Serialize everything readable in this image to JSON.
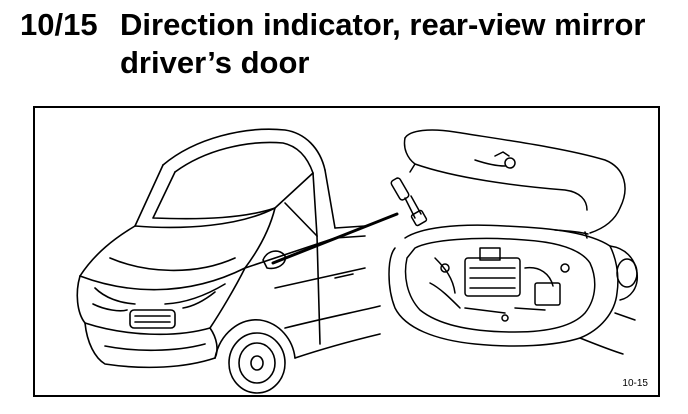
{
  "heading": {
    "section_number": "10/15",
    "title_line1": "Direction indicator, rear-view mirror",
    "title_line2": "driver’s door"
  },
  "figure": {
    "figure_id": "10-15"
  }
}
